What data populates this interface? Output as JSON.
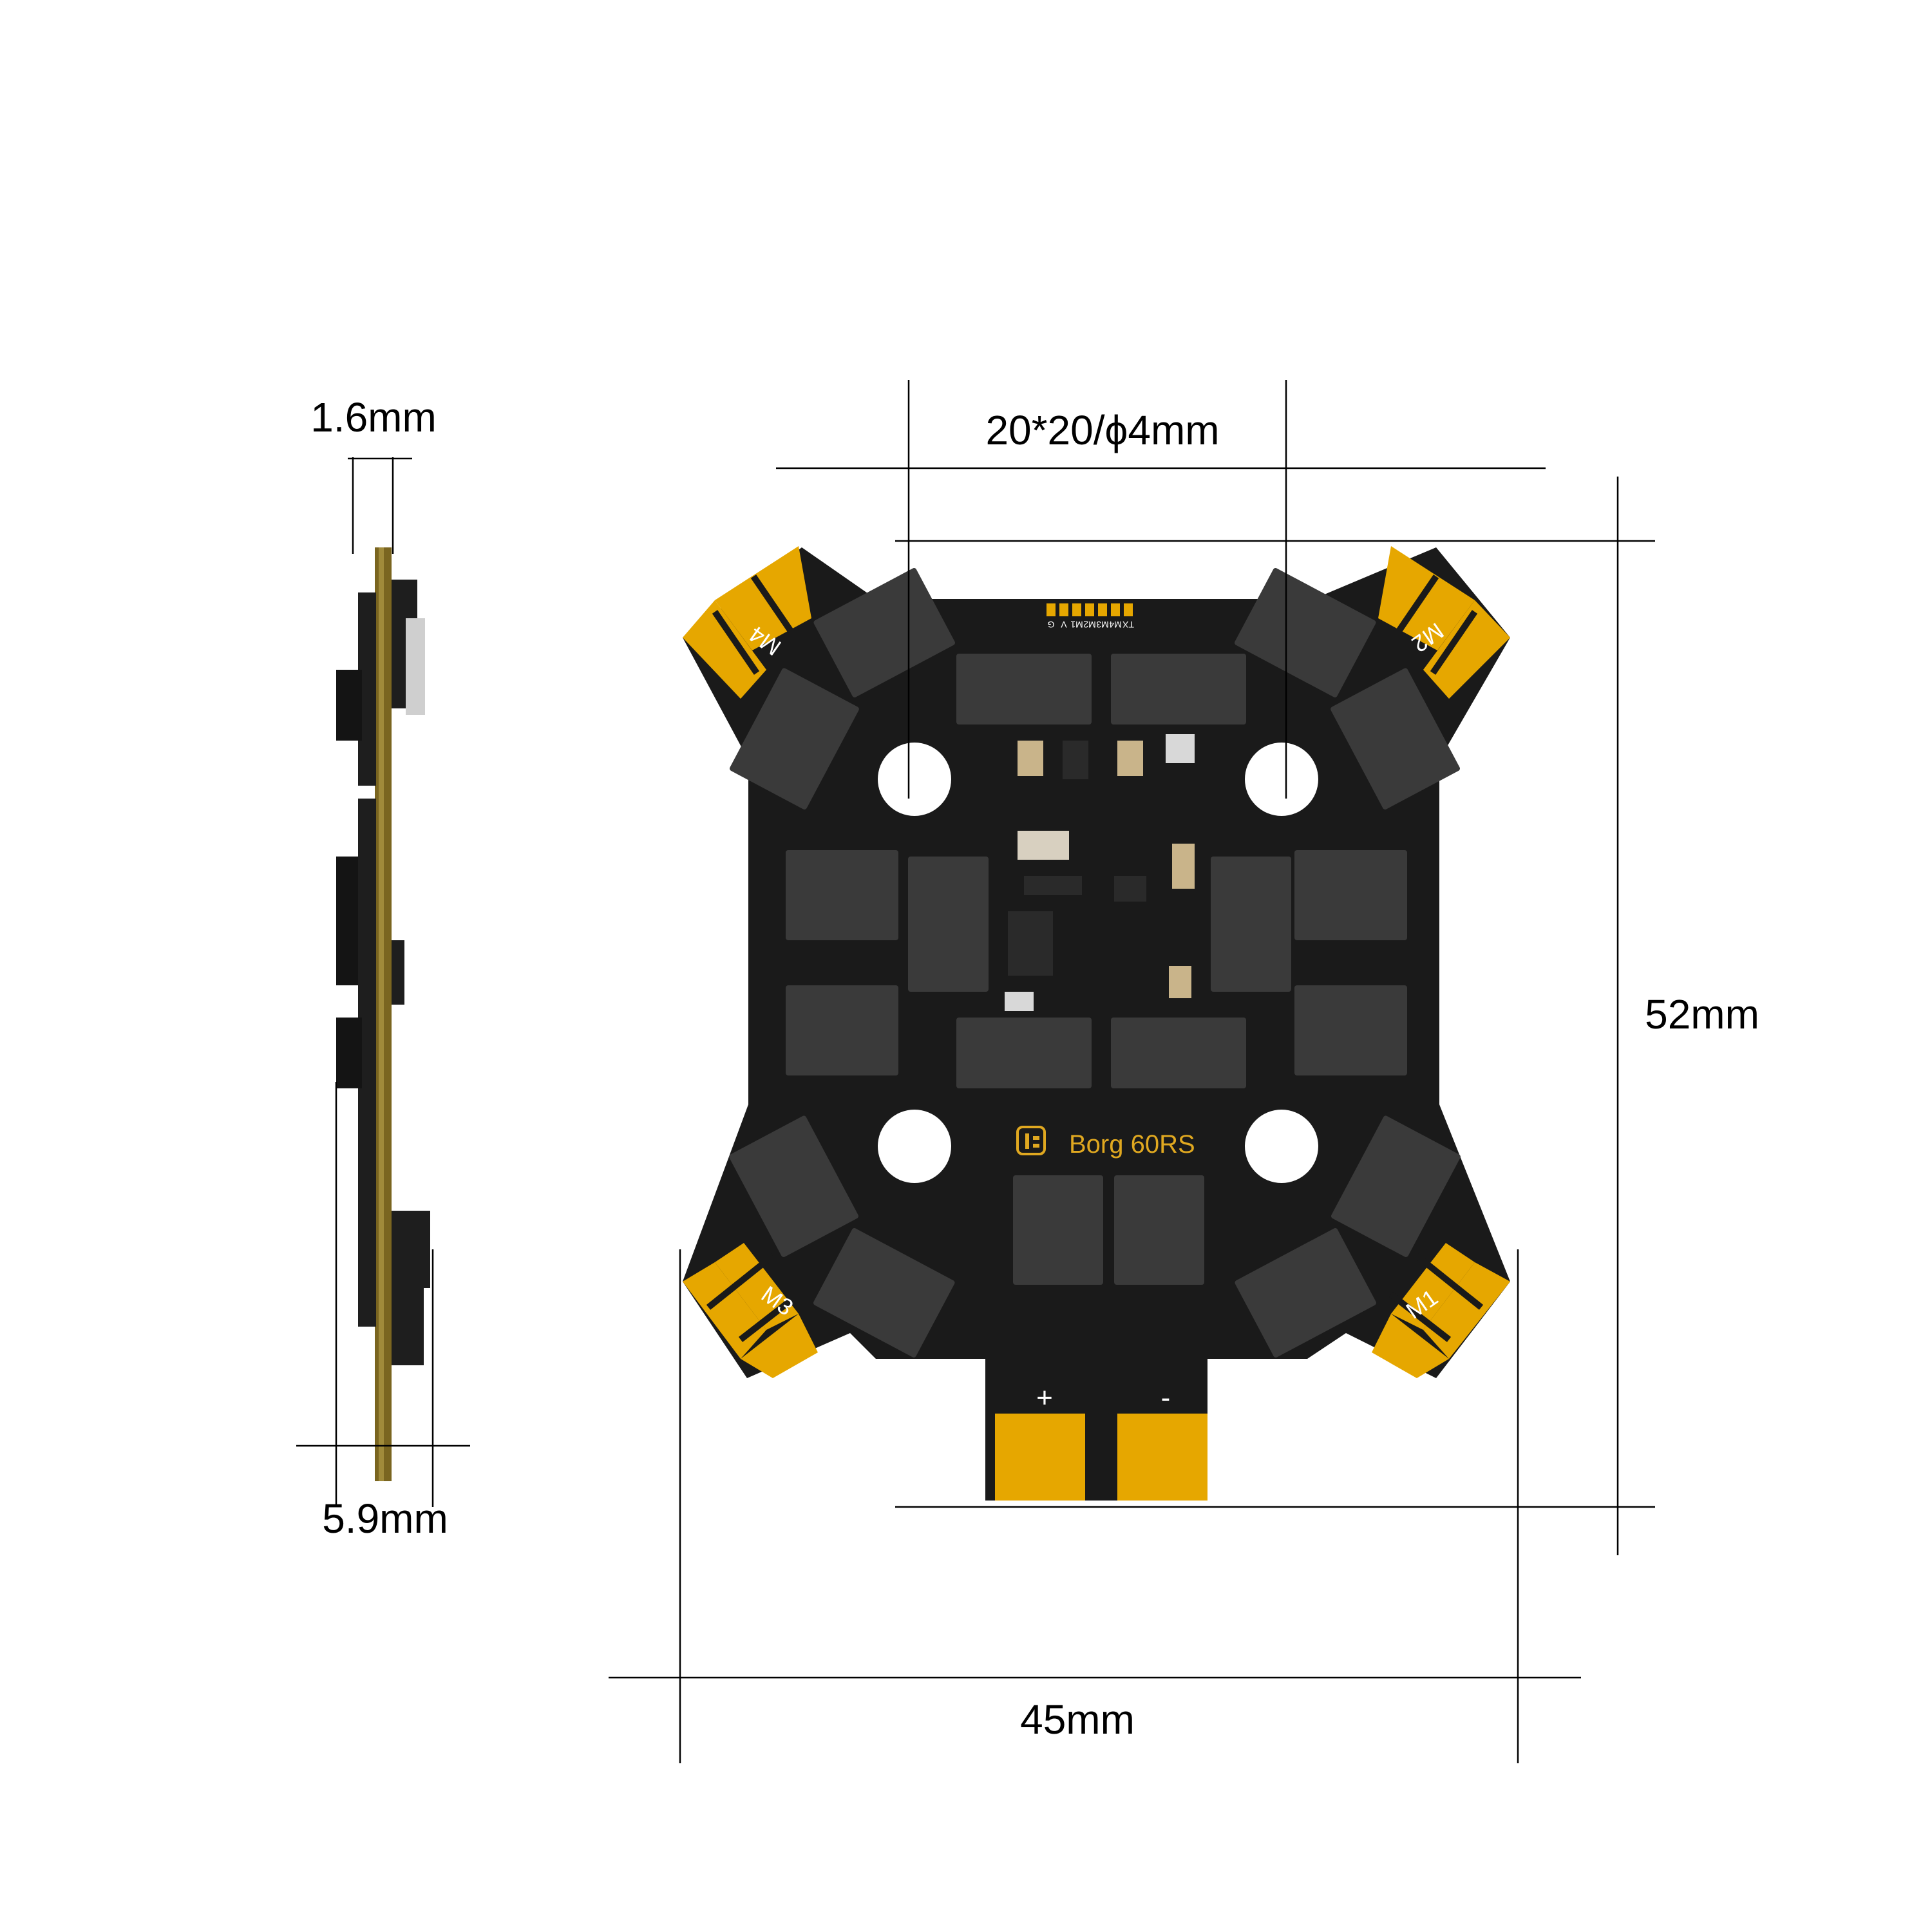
{
  "dimensions": {
    "thickness": "1.6mm",
    "height_total": "5.9mm",
    "mount": "20*20/ϕ4mm",
    "length": "52mm",
    "width": "45mm"
  },
  "board": {
    "brand": "Borg 60RS",
    "motor_pads": [
      "M4",
      "M2",
      "M3",
      "M1"
    ],
    "header_pins": [
      "TX",
      "M4",
      "M3",
      "M2",
      "M1",
      "V",
      "G"
    ],
    "power_plus": "+",
    "power_minus": "-"
  },
  "colors": {
    "pcb": "#1a1a1a",
    "pads": "#e6a700",
    "brand": "#e0a820"
  }
}
